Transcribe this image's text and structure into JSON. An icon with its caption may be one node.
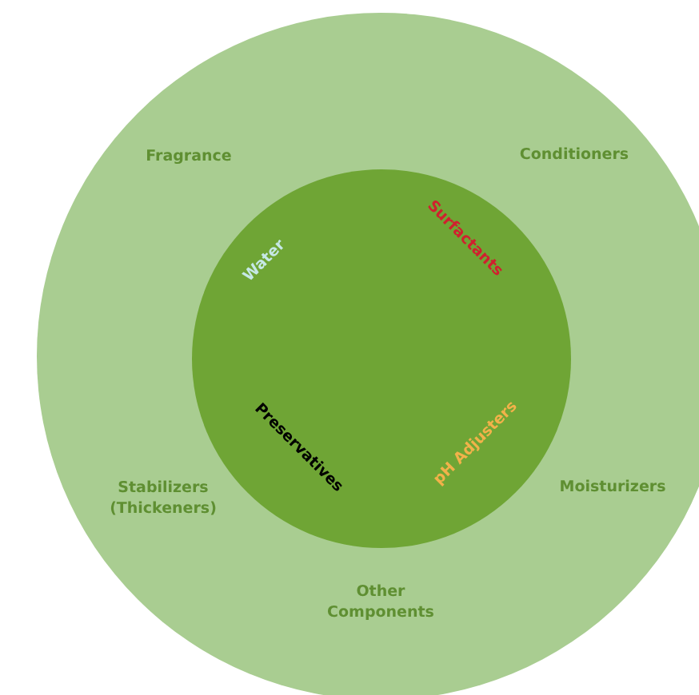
{
  "diagram": {
    "nodes": [
      {
        "text": [
          "Fragrance",
          "Conditioners",
          "Stabilizers (Thickeners)",
          "Moisturizers",
          "Other Components"
        ]
      },
      {
        "text": [
          "Water",
          "Surfactants",
          "Preservatives",
          "pH Adjusters"
        ],
        "in": 0
      }
    ]
  }
}
